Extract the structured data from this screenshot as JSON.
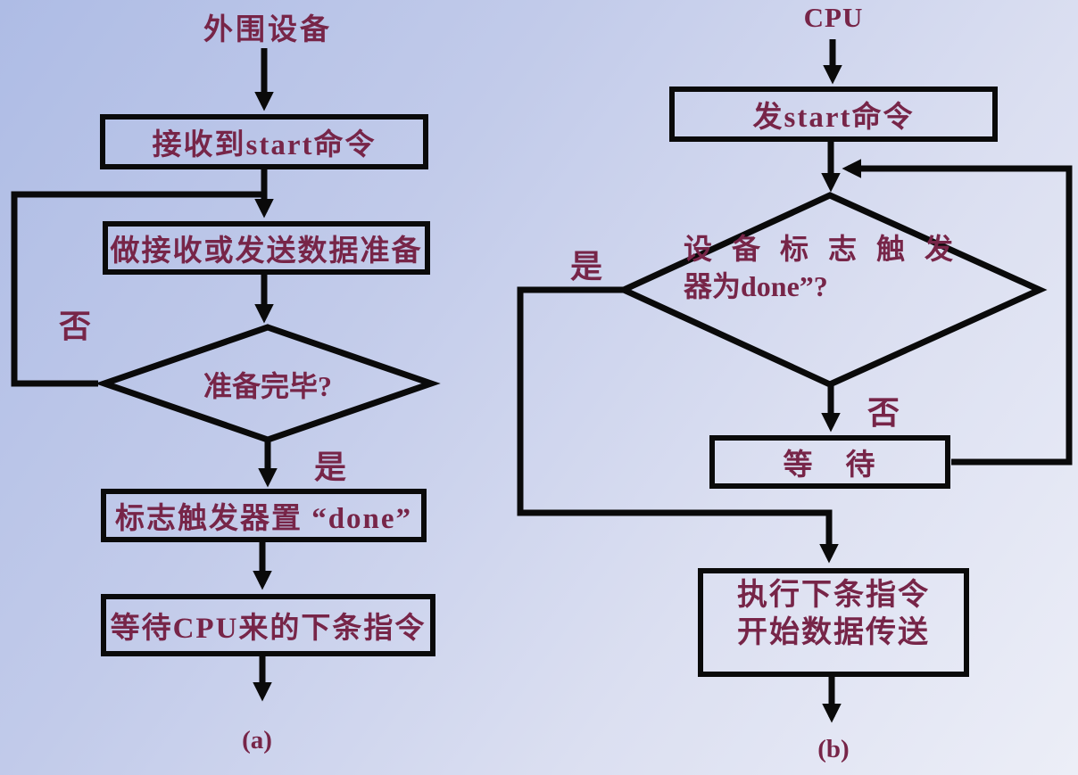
{
  "colors": {
    "text": "#772548",
    "line": "#0a0a0a",
    "bg_top": "#aebce5",
    "bg_bottom": "#eceef7"
  },
  "flowchart_a": {
    "title": "外围设备",
    "step_receive_start": "接收到start命令",
    "step_prepare_data": "做接收或发送数据准备",
    "decision_ready": "准备完毕?",
    "label_no": "否",
    "label_yes": "是",
    "step_set_done": "标志触发器置 “done”",
    "step_wait_next": "等待CPU来的下条指令",
    "caption": "(a)"
  },
  "flowchart_b": {
    "title": "CPU",
    "step_send_start": "发start命令",
    "decision_flag_line1": "设 备 标 志 触 发",
    "decision_flag_line2": "器为done”?",
    "label_yes": "是",
    "label_no": "否",
    "step_wait": "等　待",
    "step_execute_line1": "执行下条指令",
    "step_execute_line2": "开始数据传送",
    "caption": "(b)"
  }
}
